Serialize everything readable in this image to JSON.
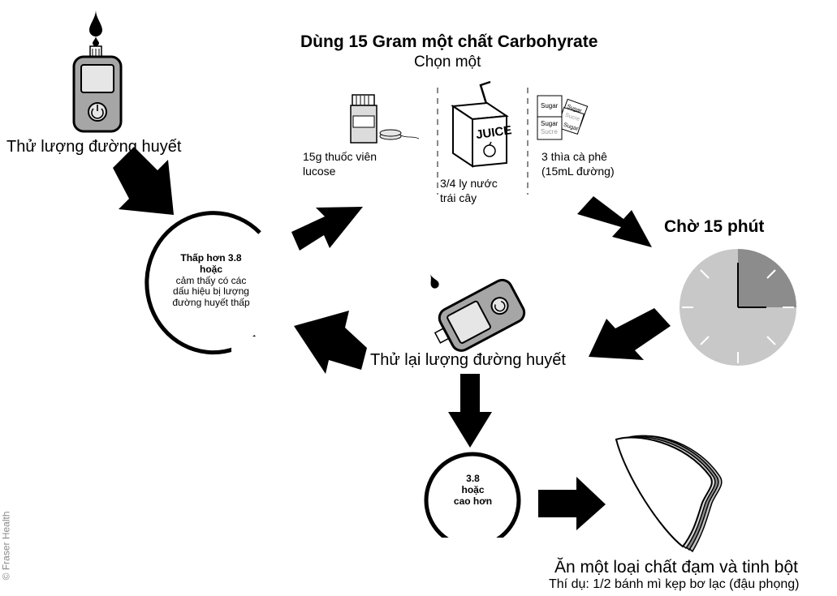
{
  "test_label": "Thử lượng đường huyết",
  "title": "Dùng 15 Gram một chất Carbohyrate",
  "subtitle": "Chọn một",
  "options": {
    "tablets": {
      "line1": "15g thuốc viên",
      "line2": "lucose"
    },
    "juice": {
      "line1": "3/4 ly nước",
      "line2": "trái cây",
      "carton_text": "JUICE"
    },
    "sugar": {
      "line1": "3 thìa cà phê",
      "line2": "(15mL đường)",
      "packet_texts": [
        "Sugar",
        "Sugar",
        "Sucre",
        "Sugar",
        "Sucre",
        "Sugar"
      ]
    }
  },
  "low_circle": {
    "line1": "Thấp hơn 3.8",
    "line2": "hoặc",
    "line3": "cảm thấy có các",
    "line4": "dấu hiệu bị lượng",
    "line5": "đường huyết thấp"
  },
  "wait_label": "Chờ 15 phút",
  "retest_label": "Thử lại lượng đường huyết",
  "high_circle": {
    "line1": "3.8",
    "line2": "hoặc",
    "line3": "cao hơn"
  },
  "snack": {
    "line1": "Ăn một loại chất đạm và tinh bột",
    "line2": "Thí dụ: 1/2 bánh mì kẹp bơ lạc (đậu phọng)"
  },
  "credit": "© Fraser Health",
  "colors": {
    "arrow": "#000000",
    "meter_body": "#a6a6a6",
    "meter_screen": "#e6e6e6",
    "clock_face": "#c8c8c8",
    "clock_wedge": "#8c8c8c"
  }
}
